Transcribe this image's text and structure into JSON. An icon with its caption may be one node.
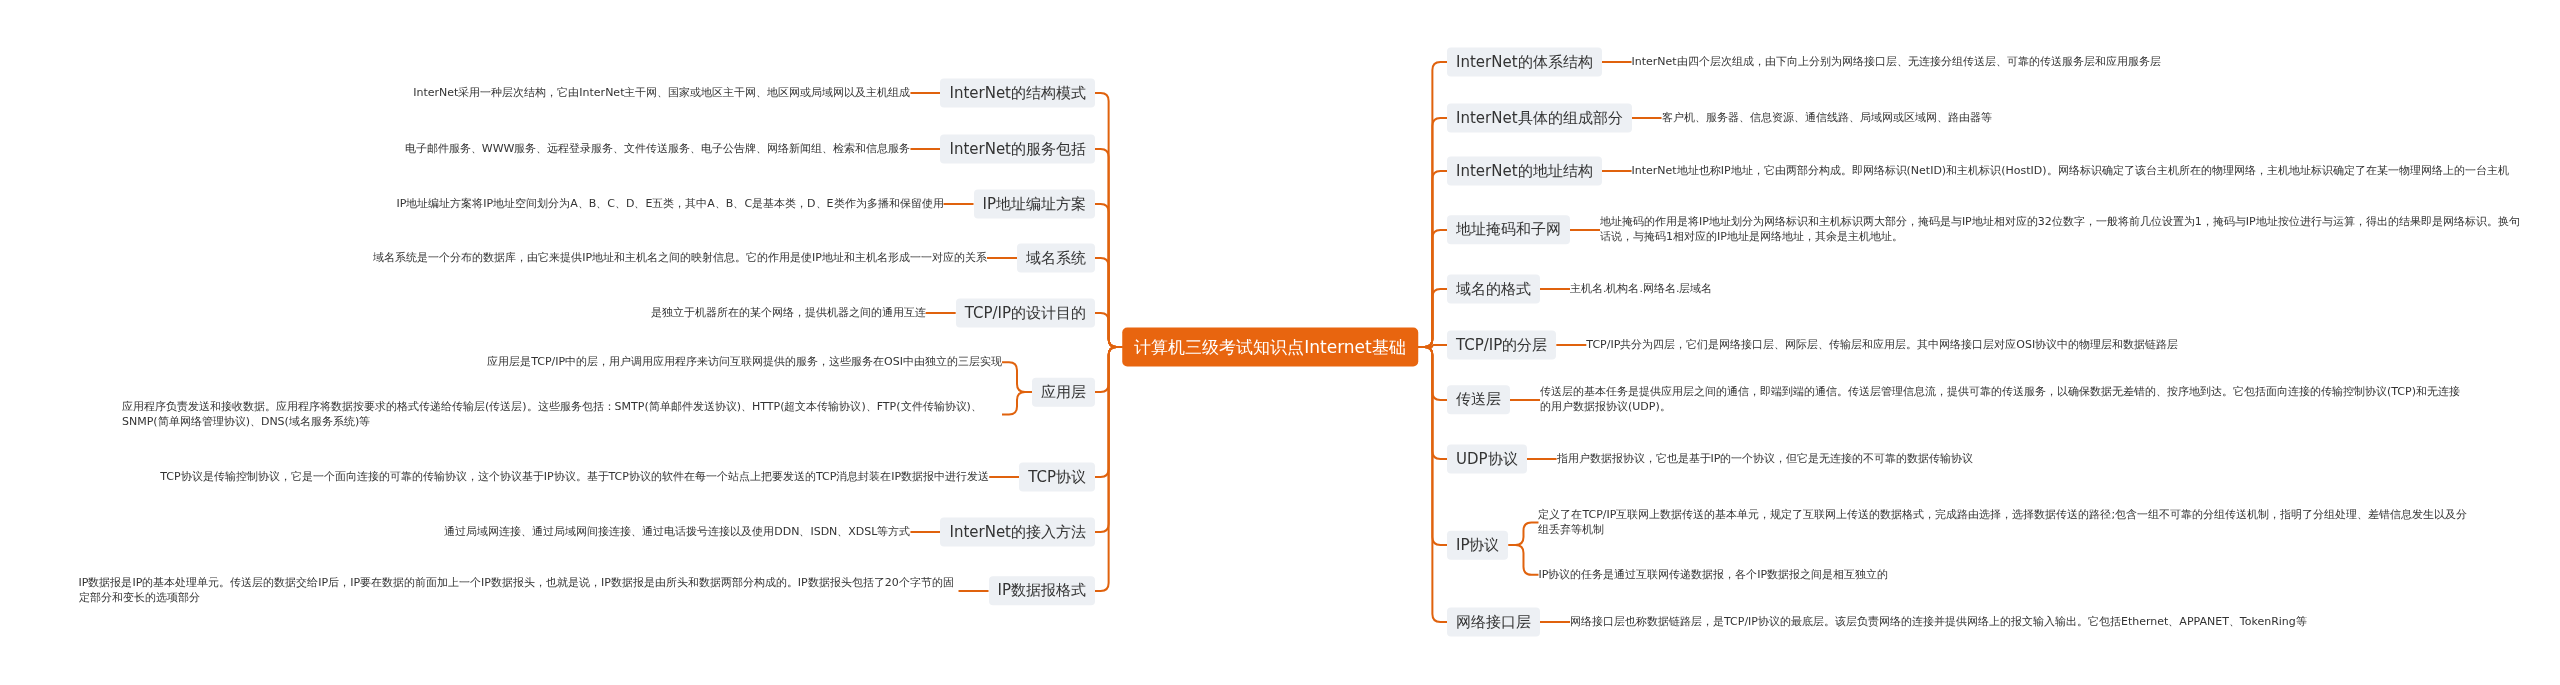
{
  "diagram": {
    "nodes": [
      {
        "text": [
          "计算机三级考试知识点Internet基础"
        ]
      },
      {
        "text": [
          "InterNet的结构模式"
        ]
      },
      {
        "text": [
          "InterNet采用一种层次结构，它由InterNet主干网、国家或地区主干网、地区网或局域网以及主机组成"
        ]
      },
      {
        "text": [
          "InterNet的服务包括"
        ]
      },
      {
        "text": [
          "电子邮件服务、WWW服务、远程登录服务、文件传送服务、电子公告牌、网络新闻组、检索和信息服务"
        ]
      },
      {
        "text": [
          "IP地址编址方案"
        ]
      },
      {
        "text": [
          "IP地址编址方案将IP地址空间划分为A、B、C、D、E五类，其中A、B、C是基本类，D、E类作为多播和保留使用"
        ]
      },
      {
        "text": [
          "域名系统"
        ]
      },
      {
        "text": [
          "域名系统是一个分布的数据库，由它来提供IP地址和主机名之间的映射信息。它的作用是使IP地址和主机名形成一一对应的关系"
        ]
      },
      {
        "text": [
          "TCP/IP的设计目的"
        ]
      },
      {
        "text": [
          "是独立于机器所在的某个网络，提供机器之间的通用互连"
        ]
      },
      {
        "text": [
          "应用层"
        ]
      },
      {
        "text": [
          "应用层是TCP/IP中的层，用户调用应用程序来访问互联网提供的服务，这些服务在OSI中由独立的三层实现"
        ]
      },
      {
        "text": [
          "应用程序负责发送和接收数据。应用程序将数据按要求的格式传递给传输层(传送层)。这些服务包括：SMTP(简单邮件发送协议)、HTTP(超文本传输协议)、FTP(文件传输协议)、SNMP(简单网络管理协议)、DNS(域名服务系统)等"
        ]
      },
      {
        "text": [
          "TCP协议"
        ]
      },
      {
        "text": [
          "TCP协议是传输控制协议，它是一个面向连接的可靠的传输协议，这个协议基于IP协议。基于TCP协议的软件在每一个站点上把要发送的TCP消息封装在IP数据报中进行发送"
        ]
      },
      {
        "text": [
          "InterNet的接入方法"
        ]
      },
      {
        "text": [
          "通过局域网连接、通过局域网间接连接、通过电话拨号连接以及使用DDN、ISDN、XDSL等方式"
        ]
      },
      {
        "text": [
          "IP数据报格式"
        ]
      },
      {
        "text": [
          "IP数据报是IP的基本处理单元。传送层的数据交给IP后，IP要在数据的前面加上一个IP数据报头，也就是说，IP数据报是由所头和数据两部分构成的。IP数据报头包括了20个字节的固定部分和变长的选项部分"
        ]
      },
      {
        "text": [
          "InterNet的体系结构"
        ]
      },
      {
        "text": [
          "InterNet由四个层次组成，由下向上分别为网络接口层、无连接分组传送层、可靠的传送服务层和应用服务层"
        ]
      },
      {
        "text": [
          "InterNet具体的组成部分"
        ]
      },
      {
        "text": [
          "客户机、服务器、信息资源、通信线路、局域网或区域网、路由器等"
        ]
      },
      {
        "text": [
          "InterNet的地址结构"
        ]
      },
      {
        "text": [
          "InterNet地址也称IP地址，它由两部分构成。即网络标识(NetID)和主机标识(HostID)。网络标识确定了该台主机所在的物理网络，主机地址标识确定了在某一物理网络上的一台主机"
        ]
      },
      {
        "text": [
          "地址掩码和子网"
        ]
      },
      {
        "text": [
          "地址掩码的作用是将IP地址划分为网络标识和主机标识两大部分，掩码是与IP地址相对应的32位数字，一般将前几位设置为1，掩码与IP地址按位进行与运算，得出的结果即是网络标识。换句话说，与掩码1相对应的IP地址是网络地址，其余是主机地址。"
        ]
      },
      {
        "text": [
          "域名的格式"
        ]
      },
      {
        "text": [
          "主机名.机构名.网络名.层域名"
        ]
      },
      {
        "text": [
          "TCP/IP的分层"
        ]
      },
      {
        "text": [
          "TCP/IP共分为四层，它们是网络接口层、网际层、传输层和应用层。其中网络接口层对应OSI协议中的物理层和数据链路层"
        ]
      },
      {
        "text": [
          "传送层"
        ]
      },
      {
        "text": [
          "传送层的基本任务是提供应用层之间的通信，即端到端的通信。传送层管理信息流，提供可靠的传送服务，以确保数据无差错的、按序地到达。它包括面向连接的传输控制协议(TCP)和无连接的用户数据报协议(UDP)。"
        ]
      },
      {
        "text": [
          "UDP协议"
        ]
      },
      {
        "text": [
          "指用户数据报协议，它也是基于IP的一个协议，但它是无连接的不可靠的数据传输协议"
        ]
      },
      {
        "text": [
          "IP协议"
        ]
      },
      {
        "text": [
          "定义了在TCP/IP互联网上数据传送的基本单元，规定了互联网上传送的数据格式，完成路由选择，选择数据传送的路径;包含一组不可靠的分组传送机制，指明了分组处理、差错信息发生以及分组丢弃等机制"
        ]
      },
      {
        "text": [
          "IP协议的任务是通过互联网传递数据报，各个IP数据报之间是相互独立的"
        ]
      },
      {
        "text": [
          "网络接口层"
        ]
      },
      {
        "text": [
          "网络接口层也称数据链路层，是TCP/IP协议的最底层。该层负责网络的连接并提供网络上的报文输入输出。它包括Ethernet、APPANET、TokenRing等"
        ]
      }
    ],
    "edges": [
      {
        "from": 0,
        "to": 1,
        "arrow": "none"
      },
      {
        "from": 1,
        "to": 2,
        "arrow": "none"
      },
      {
        "from": 0,
        "to": 3,
        "arrow": "none"
      },
      {
        "from": 3,
        "to": 4,
        "arrow": "none"
      },
      {
        "from": 0,
        "to": 5,
        "arrow": "none"
      },
      {
        "from": 5,
        "to": 6,
        "arrow": "none"
      },
      {
        "from": 0,
        "to": 7,
        "arrow": "none"
      },
      {
        "from": 7,
        "to": 8,
        "arrow": "none"
      },
      {
        "from": 0,
        "to": 9,
        "arrow": "none"
      },
      {
        "from": 9,
        "to": 10,
        "arrow": "none"
      },
      {
        "from": 0,
        "to": 11,
        "arrow": "none"
      },
      {
        "from": 11,
        "to": 12,
        "arrow": "none"
      },
      {
        "from": 11,
        "to": 13,
        "arrow": "none"
      },
      {
        "from": 0,
        "to": 14,
        "arrow": "none"
      },
      {
        "from": 14,
        "to": 15,
        "arrow": "none"
      },
      {
        "from": 0,
        "to": 16,
        "arrow": "none"
      },
      {
        "from": 16,
        "to": 17,
        "arrow": "none"
      },
      {
        "from": 0,
        "to": 18,
        "arrow": "none"
      },
      {
        "from": 18,
        "to": 19,
        "arrow": "none"
      },
      {
        "from": 0,
        "to": 20,
        "arrow": "none"
      },
      {
        "from": 20,
        "to": 21,
        "arrow": "none"
      },
      {
        "from": 0,
        "to": 22,
        "arrow": "none"
      },
      {
        "from": 22,
        "to": 23,
        "arrow": "none"
      },
      {
        "from": 0,
        "to": 24,
        "arrow": "none"
      },
      {
        "from": 24,
        "to": 25,
        "arrow": "none"
      },
      {
        "from": 0,
        "to": 26,
        "arrow": "none"
      },
      {
        "from": 26,
        "to": 27,
        "arrow": "none"
      },
      {
        "from": 0,
        "to": 28,
        "arrow": "none"
      },
      {
        "from": 28,
        "to": 29,
        "arrow": "none"
      },
      {
        "from": 0,
        "to": 30,
        "arrow": "none"
      },
      {
        "from": 30,
        "to": 31,
        "arrow": "none"
      },
      {
        "from": 0,
        "to": 32,
        "arrow": "none"
      },
      {
        "from": 32,
        "to": 33,
        "arrow": "none"
      },
      {
        "from": 0,
        "to": 34,
        "arrow": "none"
      },
      {
        "from": 34,
        "to": 35,
        "arrow": "none"
      },
      {
        "from": 0,
        "to": 36,
        "arrow": "none"
      },
      {
        "from": 36,
        "to": 37,
        "arrow": "none"
      },
      {
        "from": 36,
        "to": 38,
        "arrow": "none"
      },
      {
        "from": 0,
        "to": 39,
        "arrow": "none"
      },
      {
        "from": 39,
        "to": 40,
        "arrow": "none"
      }
    ]
  }
}
